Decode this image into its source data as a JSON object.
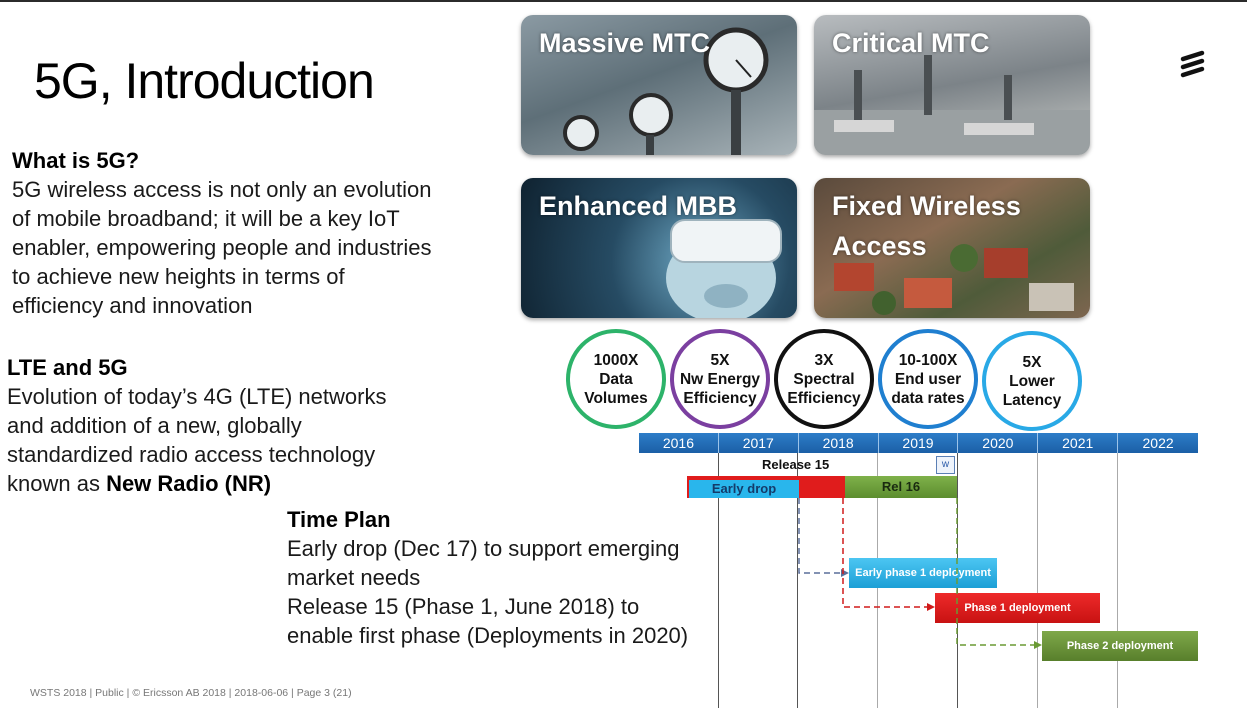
{
  "slide": {
    "title": "5G, Introduction",
    "logo_icon": "ericsson-logo-icon"
  },
  "tiles": [
    {
      "label": "Massive MTC"
    },
    {
      "label": "Critical MTC"
    },
    {
      "label": "Enhanced MBB"
    },
    {
      "label_line1": "Fixed Wireless",
      "label_line2": "Access"
    }
  ],
  "what_is_5g": {
    "heading": "What is 5G?",
    "lines": [
      "5G wireless access is not only an evolution",
      "of mobile broadband; it will be a key IoT",
      "enabler, empowering people and industries",
      "to achieve new heights in terms of",
      "efficiency and innovation"
    ]
  },
  "lte_5g": {
    "heading": "LTE and 5G",
    "lines": [
      "Evolution of today’s 4G (LTE) networks",
      "and addition of a new, globally",
      "standardized radio access technology"
    ],
    "last_line_prefix": "known as ",
    "last_line_bold": "New Radio (NR)"
  },
  "time_plan": {
    "heading": "Time Plan",
    "lines": [
      "Early drop (Dec 17) to support emerging",
      "market needs",
      "Release 15 (Phase 1, June 2018) to",
      "enable first phase (Deployments in 2020)"
    ]
  },
  "circles": [
    {
      "l1": "1000X",
      "l2": "Data",
      "l3": "Volumes",
      "color": "#2db36a"
    },
    {
      "l1": "5X",
      "l2": "Nw Energy",
      "l3": "Efficiency",
      "color": "#7b3fa0"
    },
    {
      "l1": "3X",
      "l2": "Spectral",
      "l3": "Efficiency",
      "color": "#111111"
    },
    {
      "l1": "10-100X",
      "l2": "End user",
      "l3": "data rates",
      "color": "#1f7fd0"
    },
    {
      "l1": "5X",
      "l2": "Lower",
      "l3": "Latency",
      "color": "#29a9e6"
    }
  ],
  "timeline": {
    "years": [
      "2016",
      "2017",
      "2018",
      "2019",
      "2020",
      "2021",
      "2022"
    ],
    "release15_label": "Release 15",
    "early_drop_label": "Early drop",
    "rel16_label": "Rel 16",
    "early_phase1_label": "Early phase 1 deployment",
    "phase1_label": "Phase 1 deployment",
    "phase2_label": "Phase 2 deployment",
    "colors": {
      "blue": "#29b6ec",
      "red": "#e01c1c",
      "green": "#6a9a34",
      "bar": "#1f6bb8"
    }
  },
  "footer": {
    "text": "WSTS 2018  |  Public  |  © Ericsson AB 2018  |  2018-06-06  |  Page 3 (21)"
  }
}
